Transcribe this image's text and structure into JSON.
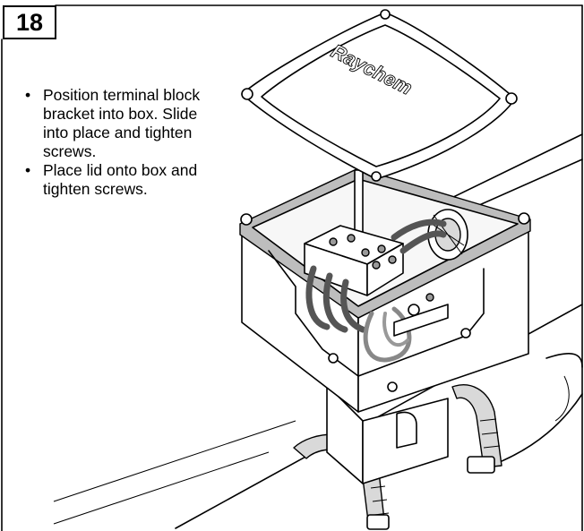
{
  "step": {
    "number": "18"
  },
  "instructions": [
    "Position terminal block bracket into box. Slide into place and tighten screws.",
    "Place lid onto box and tighten screws."
  ],
  "lid": {
    "brand_text": "Raychem"
  }
}
